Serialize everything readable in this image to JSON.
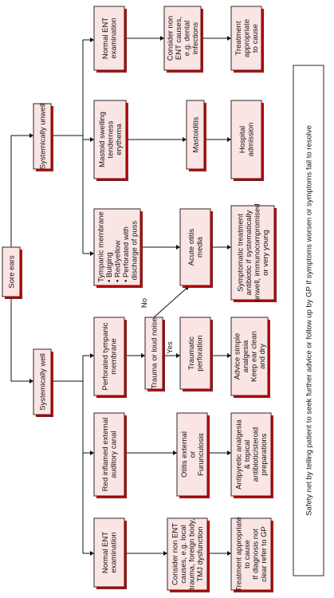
{
  "nodes": {
    "root": [
      "Sore ears"
    ],
    "unwell": [
      "Systemically unwell"
    ],
    "well": [
      "Systemically well"
    ],
    "u_normal": [
      "Normal ENT",
      "examination"
    ],
    "u_nonent": [
      "Consider non",
      "ENT causes,",
      "e.g. dental",
      "infections"
    ],
    "u_treat": [
      "Treatment",
      "appropriate",
      "to cause"
    ],
    "mastoid_sx": [
      "Mastoid swelling",
      "tenderness",
      "erythema"
    ],
    "mastoiditis": [
      "Mastoiditis"
    ],
    "hospital": [
      "Hospital",
      "admission"
    ],
    "tympanic": [
      "Tympanic membrane",
      "• Bulging",
      "• Red/yellow",
      "• Perforated with",
      "  discharge of puss"
    ],
    "aom": [
      "Acute otitis",
      "media"
    ],
    "symptomatic": [
      "Symptomatic treatment",
      "antibiotic if systematically",
      "unwell, immunocompromised",
      "or very young"
    ],
    "perforated": [
      "Perforated tympanic",
      "membrane"
    ],
    "trauma": [
      "Trauma or loud noise"
    ],
    "traumatic": [
      "Traumatic",
      "perforation"
    ],
    "advice": [
      "Advice simple",
      "analgesia",
      "Keep ear clean",
      "and dry"
    ],
    "canal": [
      "Red inflamed external",
      "auditory canal"
    ],
    "otitis_ext": [
      "Otitis external",
      "or",
      "Furunculosis"
    ],
    "antipyretic": [
      "Antipyretic analgesia",
      "& topical",
      "antibiotic/steroid",
      "preparations"
    ],
    "w_normal": [
      "Normal ENT",
      "examination"
    ],
    "w_nonent": [
      "Consider non ENT",
      "causes, e.g. local",
      "trauma, foreign body,",
      "TMJ dysfunction"
    ],
    "w_treat": [
      "Treatment appropriate",
      "to cause",
      "If diagnosis not",
      "clear refer to GP"
    ],
    "safety": [
      "Safety net by telling patient to seek further advice or follow up by GP if symptoms worsen or symptoms fail to resolve"
    ]
  },
  "edge_labels": {
    "no": "No",
    "yes": "Yes"
  }
}
